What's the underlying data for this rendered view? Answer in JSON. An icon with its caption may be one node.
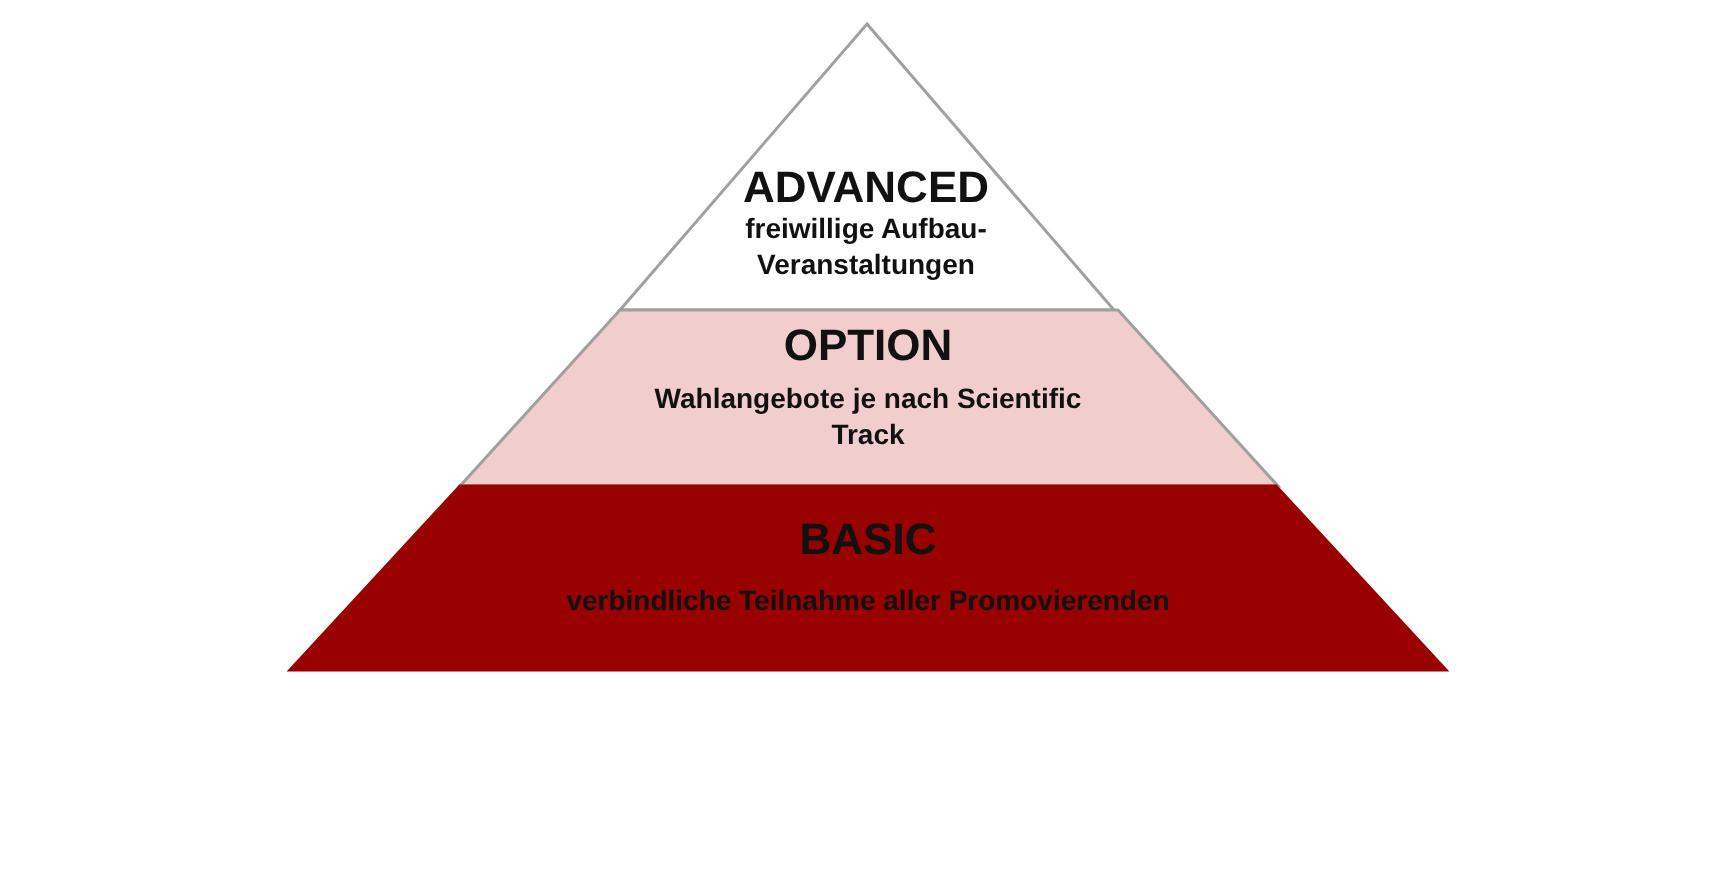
{
  "diagram": {
    "nodes": [
      {
        "text": [
          "ADVANCED",
          "freiwillige Aufbau-Veranstaltungen"
        ]
      },
      {
        "text": [
          "OPTION",
          "Wahlangebote je nach Scientific Track"
        ]
      },
      {
        "text": [
          "BASIC",
          "verbindliche Teilnahme aller Promovierenden"
        ]
      }
    ]
  }
}
